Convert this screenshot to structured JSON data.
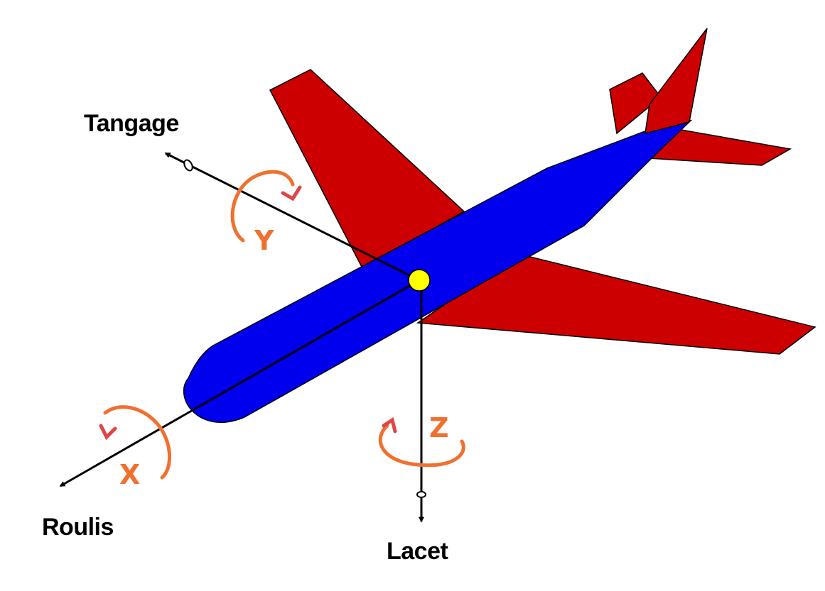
{
  "labels": {
    "pitch_name": "Tangage",
    "roll_name": "Roulis",
    "yaw_name": "Lacet",
    "pitch_letter": "Y",
    "roll_letter": "X",
    "yaw_letter": "Z"
  },
  "colors": {
    "wing": "#cc0000",
    "fuselage": "#0000ee",
    "center_of_gravity": "#ffff00",
    "rotation_arrow": "#f07030",
    "rotation_arrow_tip": "#e04545",
    "axis_line": "#000000"
  },
  "icons": {
    "airplane": "airplane-icon",
    "rotation": "curved-arrow-icon",
    "axis": "straight-arrow-icon"
  }
}
